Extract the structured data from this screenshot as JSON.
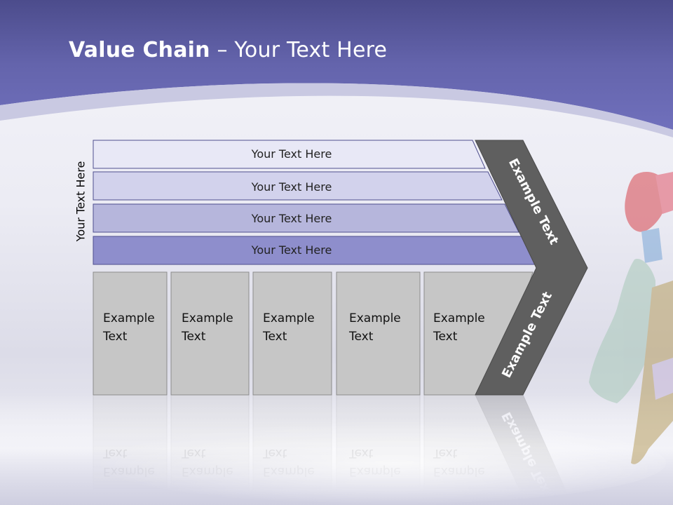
{
  "title": {
    "bold": "Value Chain",
    "rest": " – Your Text Here"
  },
  "side_label": "Your Text Here",
  "bars": [
    {
      "label": "Your Text Here",
      "fill": "#e8e8f6"
    },
    {
      "label": "Your Text Here",
      "fill": "#d2d2ec"
    },
    {
      "label": "Your Text Here",
      "fill": "#b6b6dc"
    },
    {
      "label": "Your Text Here",
      "fill": "#8e8ecc"
    }
  ],
  "columns": [
    {
      "line1": "Example",
      "line2": "Text"
    },
    {
      "line1": "Example",
      "line2": "Text"
    },
    {
      "line1": "Example",
      "line2": "Text"
    },
    {
      "line1": "Example",
      "line2": "Text"
    },
    {
      "line1": "Example",
      "line2": "Text"
    }
  ],
  "chevron": {
    "upper_label": "Example Text",
    "lower_label": "Example Text"
  },
  "colors": {
    "header_band": "#6767b0",
    "column_fill": "#c6c6c6",
    "chevron_fill": "#5f5f5f"
  }
}
